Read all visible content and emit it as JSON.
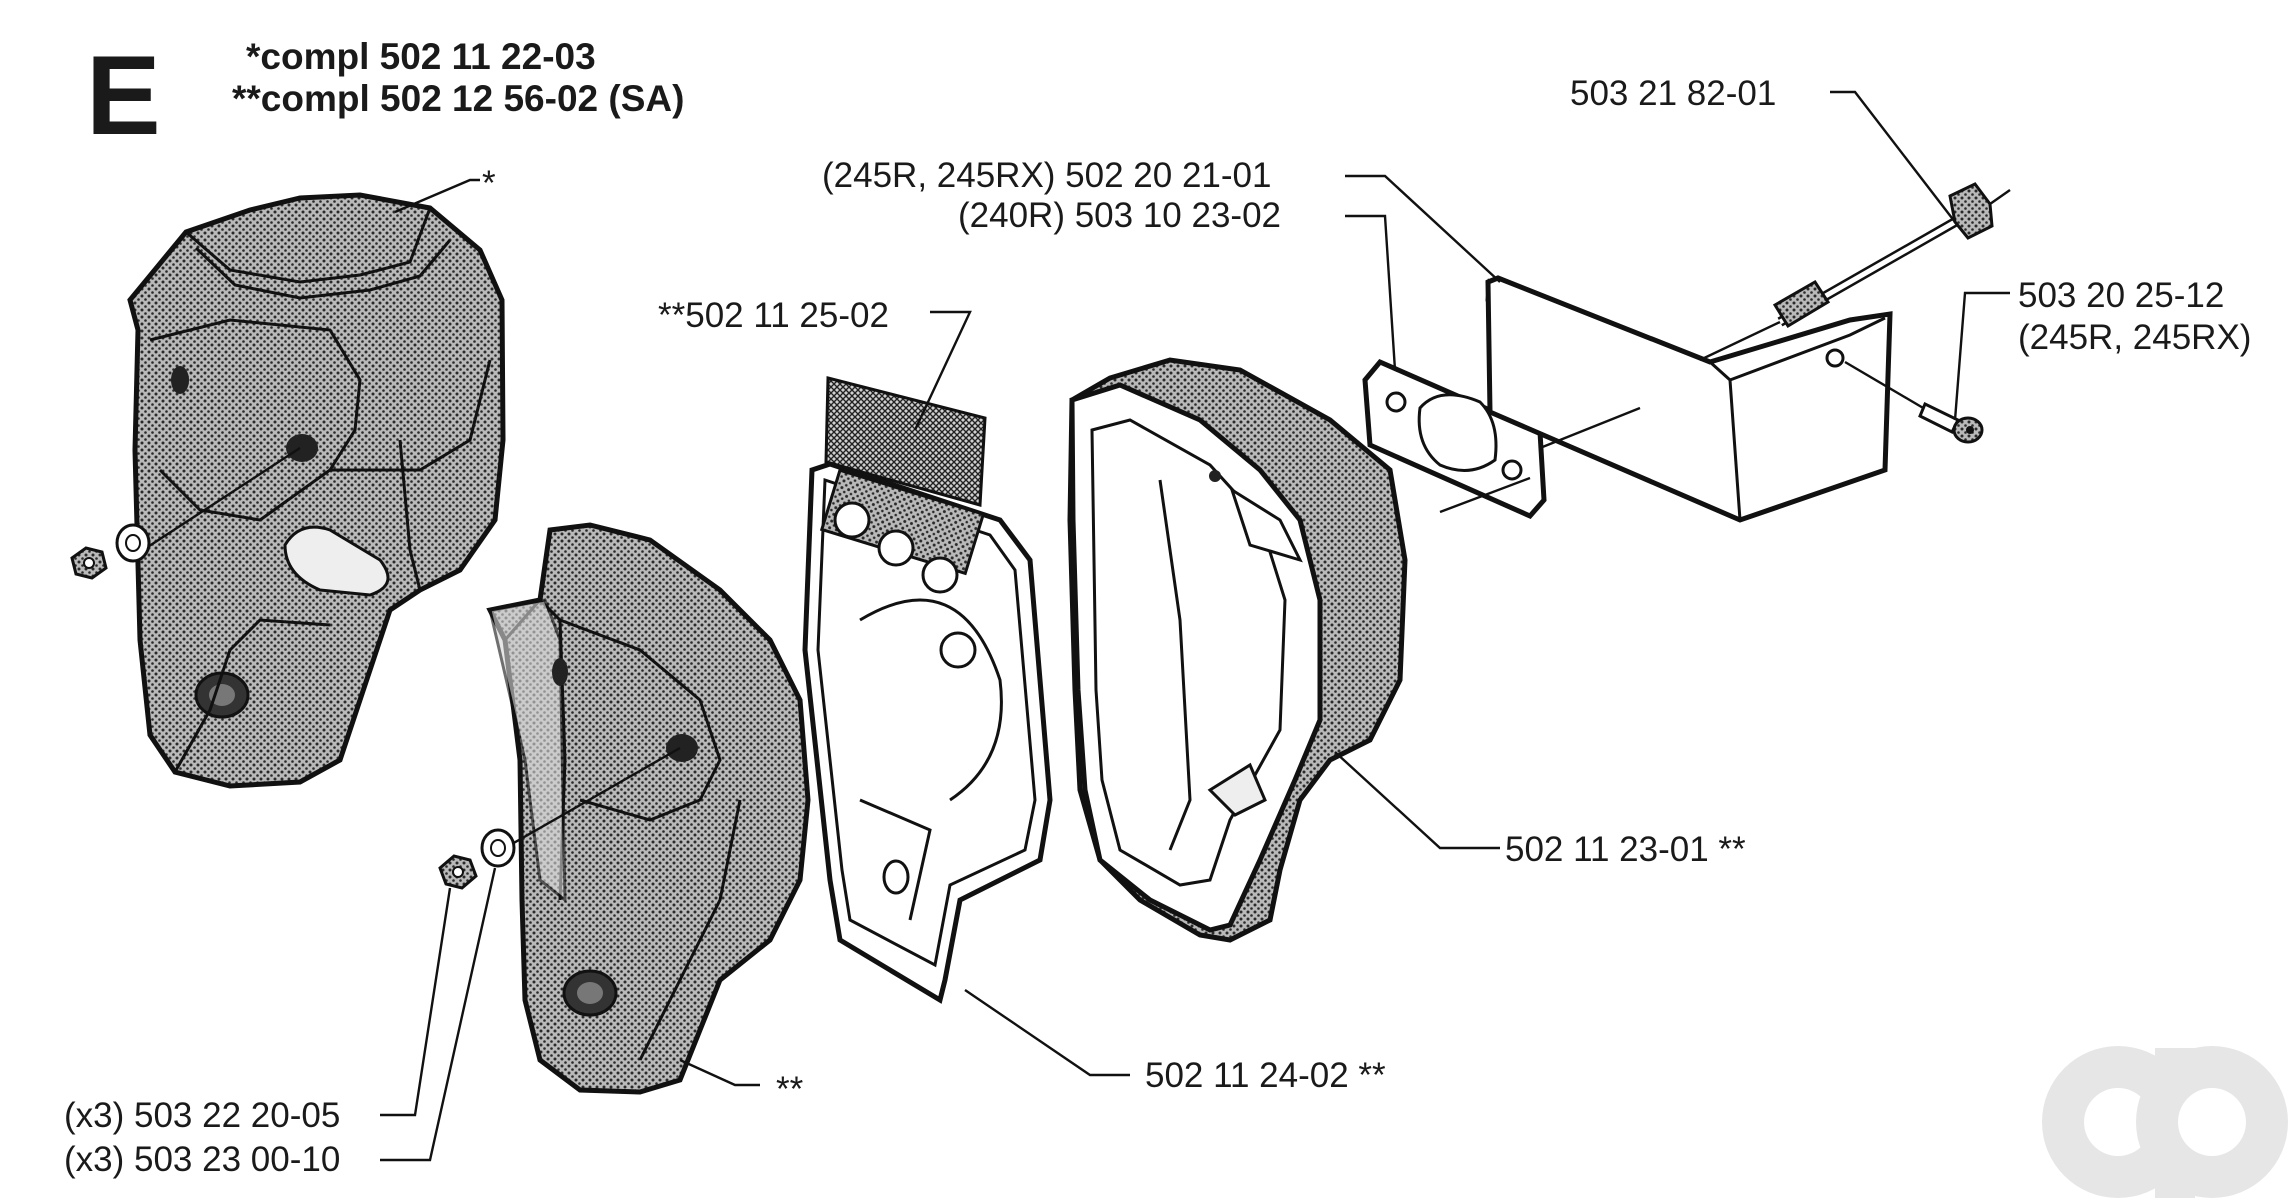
{
  "section": {
    "letter": "E"
  },
  "kits": [
    {
      "text": "*compl 502 11 22-03"
    },
    {
      "text": "**compl 502 12 56-02 (SA)"
    }
  ],
  "labels": {
    "star_single": "*",
    "star_double": "**",
    "bolt_long": "503 21 82-01",
    "gasket_245": "(245R, 245RX) 502 20 21-01",
    "gasket_240": "(240R) 503 10 23-02",
    "screen": "**502 11 25-02",
    "screw_num": "503 20 25-12",
    "screw_models": "(245R, 245RX)",
    "muffler_body": "502 11 23-01 **",
    "plate": "502 11 24-02 **",
    "nut": "(x3) 503 22 20-05",
    "washer": "(x3) 503 23 00-10"
  },
  "colors": {
    "ink": "#111111",
    "stipple": "#9a9a9a",
    "logo": "#e6e6e6"
  }
}
